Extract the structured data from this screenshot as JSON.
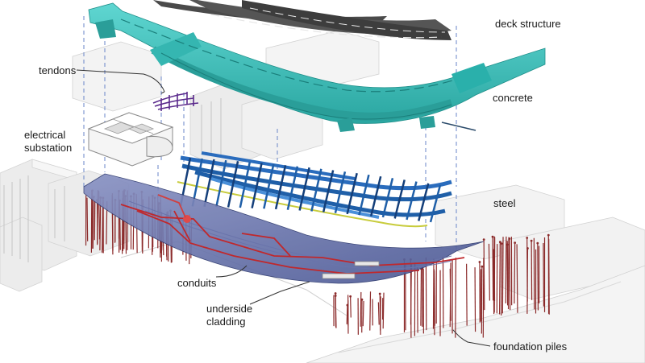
{
  "labels": {
    "deck_structure": "deck structure",
    "tendons": "tendons",
    "concrete": "concrete",
    "electrical_substation_line1": "electrical",
    "electrical_substation_line2": "substation",
    "steel": "steel",
    "conduits": "conduits",
    "underside_cladding_line1": "underside",
    "underside_cladding_line2": "cladding",
    "foundation_piles": "foundation piles"
  },
  "colors": {
    "background": "#ffffff",
    "deck": "#505050",
    "concrete": "#3ec3bf",
    "concrete_dark": "#23948f",
    "steel": "#1f5fa8",
    "steel_light": "#4a90d9",
    "steel_yellow": "#c8cc3c",
    "tendons": "#5a2a8c",
    "cladding": "#3b4a80",
    "conduits": "#c0282c",
    "piles": "#8b2a2a",
    "buildings": "#e4e4e4",
    "leader": "#333333",
    "dashed_guide": "#6a86c8"
  }
}
